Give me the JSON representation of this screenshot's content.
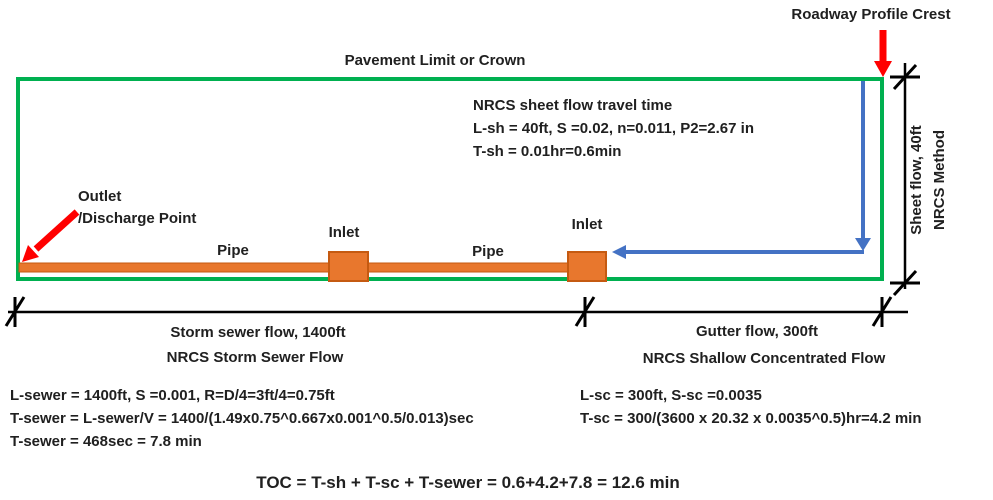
{
  "colors": {
    "boundary_green": "#00B050",
    "pipe_orange": "#E8772D",
    "pipe_border": "#C55A11",
    "arrow_red": "#FF0000",
    "flow_blue": "#4472C4",
    "line_black": "#000000"
  },
  "top": {
    "pavement_limit": "Pavement Limit or Crown",
    "roadway_crest": "Roadway Profile Crest"
  },
  "sheet_calc": {
    "title": "NRCS sheet flow travel time",
    "params": "L-sh = 40ft, S =0.02, n=0.011, P2=2.67 in",
    "result": "T-sh = 0.01hr=0.6min"
  },
  "outlet": {
    "line1": "Outlet",
    "line2": "/Discharge Point"
  },
  "network": {
    "pipe1": "Pipe",
    "inlet1": "Inlet",
    "pipe2": "Pipe",
    "inlet2": "Inlet"
  },
  "side": {
    "line1": "Sheet flow, 40ft",
    "line2": "NRCS Method"
  },
  "dims": {
    "sewer_label": "Storm sewer flow, 1400ft",
    "sewer_method": "NRCS Storm Sewer Flow",
    "gutter_label": "Gutter flow, 300ft",
    "gutter_method": "NRCS Shallow Concentrated Flow"
  },
  "sewer_calc": {
    "line1": "L-sewer = 1400ft, S =0.001, R=D/4=3ft/4=0.75ft",
    "line2": "T-sewer = L-sewer/V = 1400/(1.49x0.75^0.667x0.001^0.5/0.013)sec",
    "line3": "T-sewer = 468sec = 7.8 min"
  },
  "sc_calc": {
    "line1": "L-sc = 300ft, S-sc =0.0035",
    "line2": "T-sc = 300/(3600 x 20.32 x 0.0035^0.5)hr=4.2 min"
  },
  "toc": "TOC = T-sh + T-sc + T-sewer = 0.6+4.2+7.8 = 12.6 min"
}
